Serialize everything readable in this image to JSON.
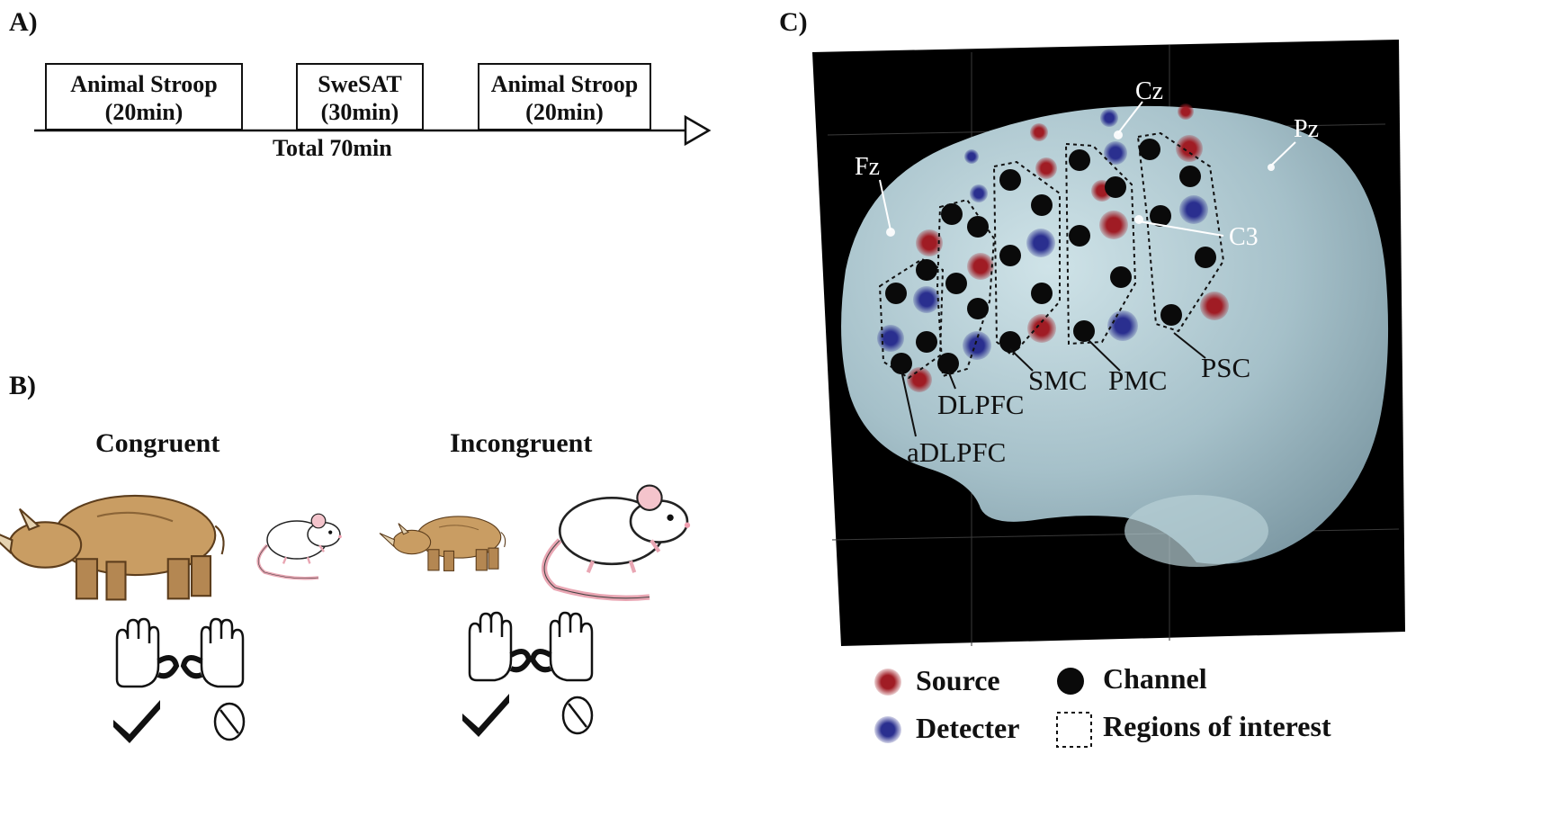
{
  "panel_a": {
    "label": "A)",
    "boxes": [
      {
        "line1": "Animal Stroop",
        "line2": "(20min)"
      },
      {
        "line1": "SweSAT",
        "line2": "(30min)"
      },
      {
        "line1": "Animal Stroop",
        "line2": "(20min)"
      }
    ],
    "total_label": "Total 70min"
  },
  "panel_b": {
    "label": "B)",
    "congruent_label": "Congruent",
    "incongruent_label": "Incongruent"
  },
  "panel_c": {
    "label": "C)",
    "electrodes": {
      "fz": "Fz",
      "cz": "Cz",
      "pz": "Pz",
      "c3": "C3"
    },
    "regions": {
      "adlpfc": "aDLPFC",
      "dlpfc": "DLPFC",
      "smc": "SMC",
      "pmc": "PMC",
      "psc": "PSC"
    },
    "legend": {
      "source": "Source",
      "detecter": "Detecter",
      "channel": "Channel",
      "roi": "Regions of interest"
    },
    "colors": {
      "source": "#a01c24",
      "detector": "#2a2f8f",
      "channel": "#0a0a0a",
      "brain": "#a9c3cc",
      "background": "#000000"
    }
  }
}
